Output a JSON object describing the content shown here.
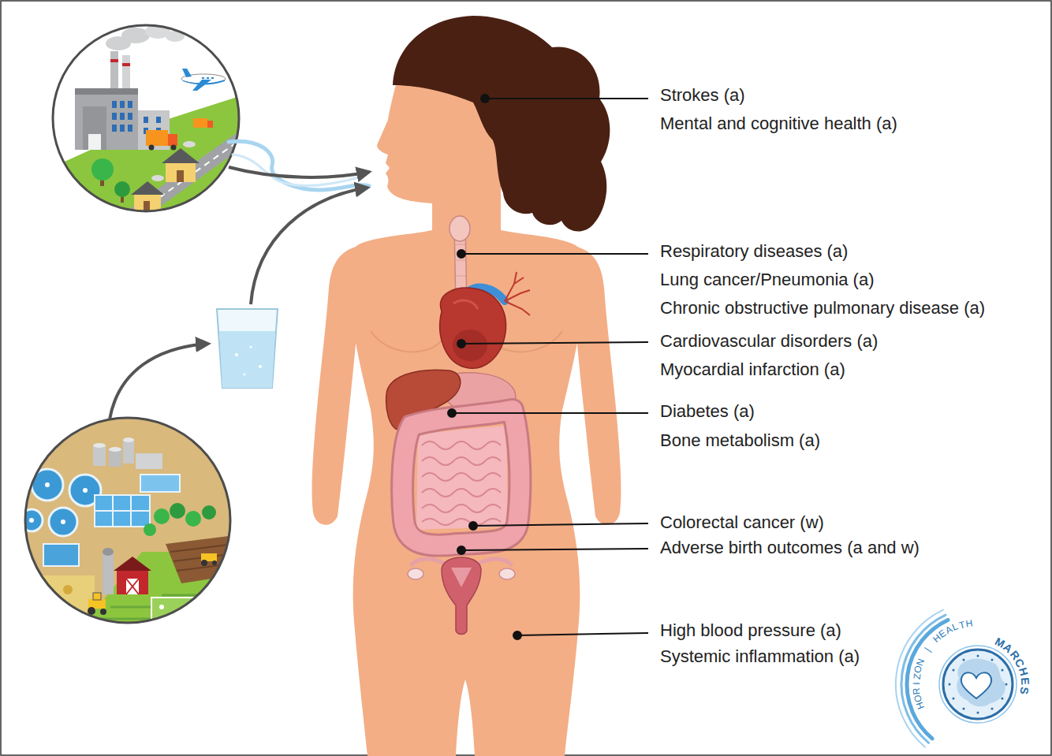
{
  "diagram": {
    "labels": [
      "Strokes (a)",
      "Mental and cognitive health (a)",
      "Respiratory diseases (a)",
      "Lung cancer/Pneumonia (a)",
      "Chronic obstructive pulmonary disease (a)",
      "Cardiovascular disorders (a)",
      "Myocardial infarction (a)",
      "Diabetes (a)",
      "Bone metabolism (a)",
      "Colorectal cancer (w)",
      "Adverse birth outcomes (a and w)",
      "High blood pressure (a)",
      "Systemic inflammation (a)",
      "HORIZON | HEALTH",
      "MARCHES"
    ]
  }
}
